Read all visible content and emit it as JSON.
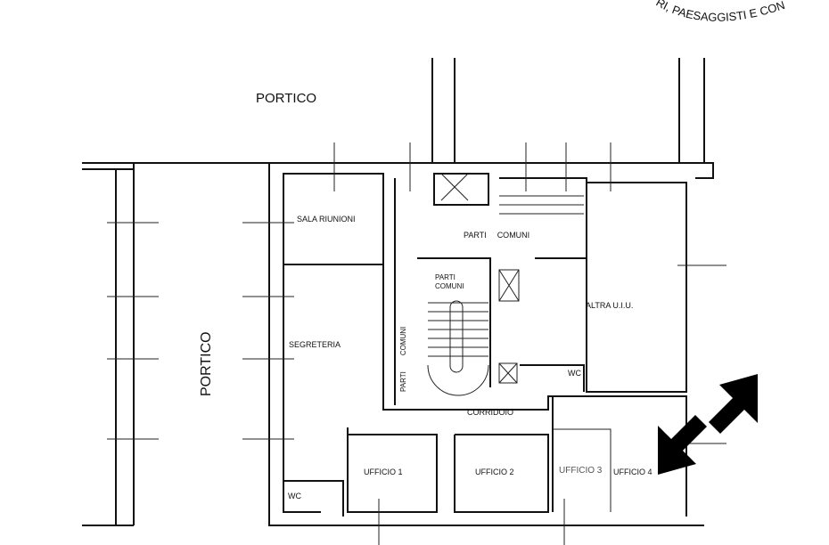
{
  "stamp": {
    "text": "RI, PAESAGGISTI E CON"
  },
  "rooms": {
    "portico_top": "PORTICO",
    "portico_side": "PORTICO",
    "sala_riunioni": "SALA RIUNIONI",
    "segreteria": "SEGRETERIA",
    "parti_comuni_top": [
      "PARTI",
      "COMUNI"
    ],
    "parti_comuni_inner": [
      "PARTI",
      "COMUNI"
    ],
    "parti_comuni_vertical": [
      "PARTI",
      "COMUNI"
    ],
    "altra_uiu": "ALTRA  U.I.U.",
    "wc_right": "WC",
    "wc_left": "WC",
    "corridoio": "CORRIDOIO",
    "ufficio_1": "UFFICIO 1",
    "ufficio_2": "UFFICIO 2",
    "ufficio_3": "UFFICIO 3",
    "ufficio_4": "UFFICIO 4"
  },
  "colors": {
    "line": "#111111",
    "arrow": "#000000",
    "ufficio3": "#555555"
  }
}
